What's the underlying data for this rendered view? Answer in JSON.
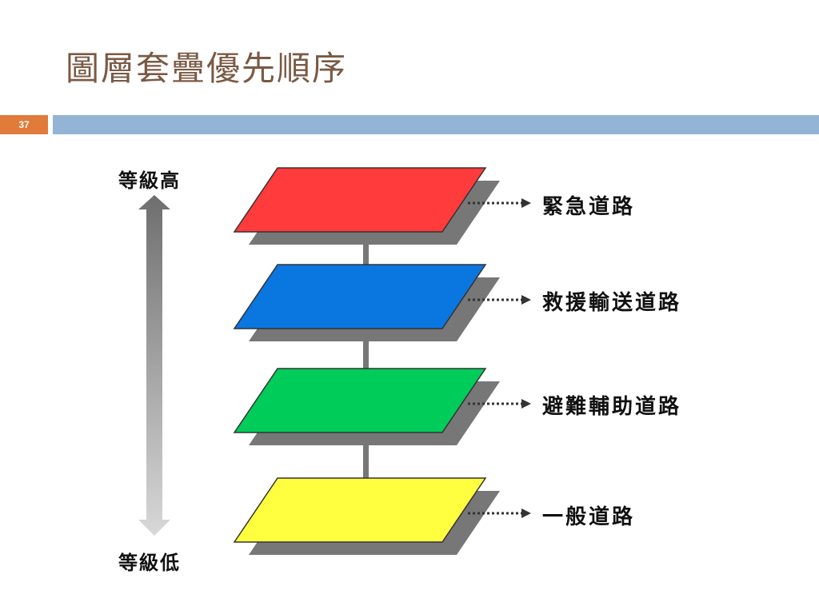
{
  "slide": {
    "title": "圖層套疊優先順序",
    "page_number": "37"
  },
  "priority_axis": {
    "high_label": "等級高",
    "low_label": "等級低"
  },
  "layers": [
    {
      "label": "緊急道路",
      "color": "#ff3b3b"
    },
    {
      "label": "救援輸送道路",
      "color": "#0a76e0"
    },
    {
      "label": "避難輔助道路",
      "color": "#00cc5a"
    },
    {
      "label": "一般道路",
      "color": "#ffff40"
    }
  ],
  "colors": {
    "title": "#7a5a44",
    "accent_bar": "#93b4d4",
    "page_badge": "#e07b39",
    "shadow": "#777777",
    "connector": "#777777"
  }
}
